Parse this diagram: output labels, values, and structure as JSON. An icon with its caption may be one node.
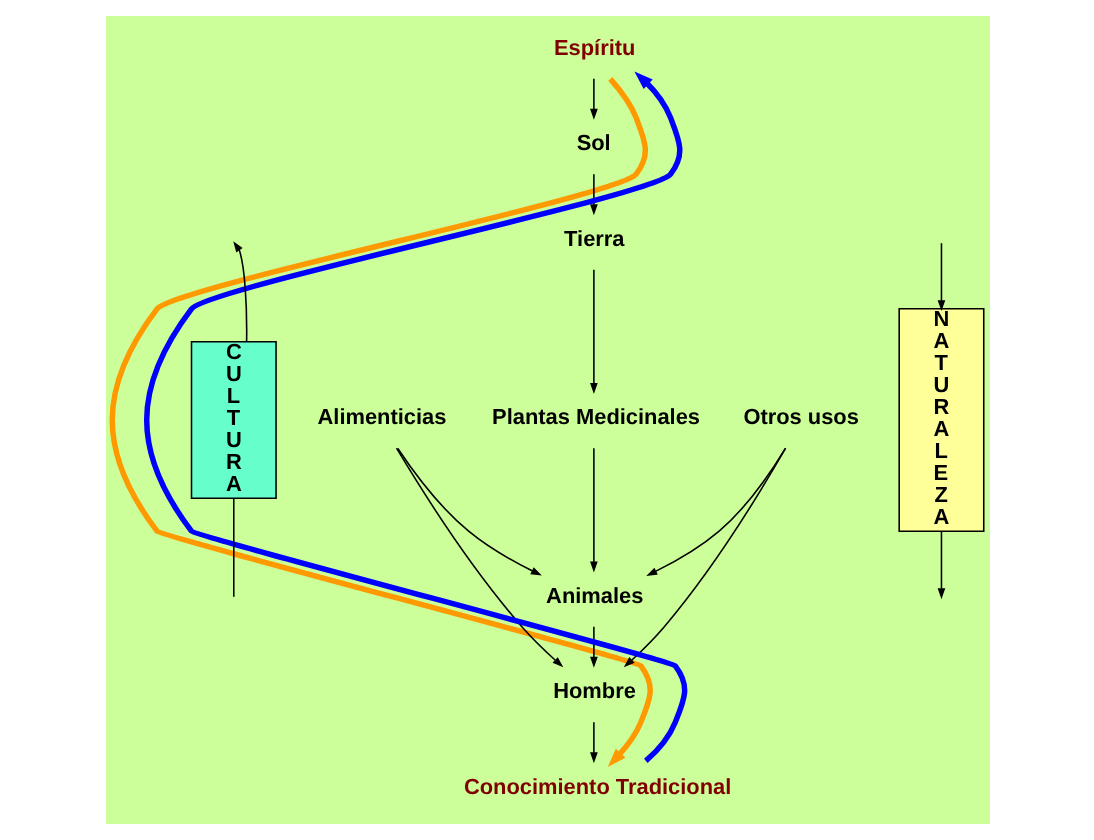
{
  "diagram": {
    "nodes": [
      {
        "text": [
          "Espíritu"
        ]
      },
      {
        "text": [
          "Sol"
        ]
      },
      {
        "text": [
          "Tierra"
        ]
      },
      {
        "text": [
          "Plantas Medicinales"
        ]
      },
      {
        "text": [
          "Alimenticias"
        ]
      },
      {
        "text": [
          "Otros usos"
        ]
      },
      {
        "text": [
          "Animales"
        ]
      },
      {
        "text": [
          "Hombre"
        ]
      },
      {
        "text": [
          "Conocimiento Tradicional"
        ]
      },
      {
        "text": [
          "C U L T U R A"
        ]
      },
      {
        "text": [
          "N A T U R A L E Z A"
        ]
      }
    ],
    "edges": [
      {
        "from": 0,
        "to": 1,
        "arrow": "to"
      },
      {
        "from": 1,
        "to": 2,
        "arrow": "to"
      },
      {
        "from": 2,
        "to": 3,
        "arrow": "to"
      },
      {
        "from": 3,
        "to": 6,
        "arrow": "to"
      },
      {
        "from": 4,
        "to": 6,
        "arrow": "to"
      },
      {
        "from": 4,
        "to": 7,
        "arrow": "to"
      },
      {
        "from": 5,
        "to": 6,
        "arrow": "to"
      },
      {
        "from": 5,
        "to": 7,
        "arrow": "to"
      },
      {
        "from": 6,
        "to": 7,
        "arrow": "to"
      },
      {
        "from": 7,
        "to": 8,
        "arrow": "to"
      },
      {
        "from": 8,
        "to": 0,
        "arrow": "to",
        "color": "#0000ff",
        "style": "thick"
      },
      {
        "from": 0,
        "to": 8,
        "arrow": "to",
        "color": "#ff9900",
        "style": "thick"
      },
      {
        "from": 9,
        "to": null,
        "arrow": "none"
      },
      {
        "from": 9,
        "to": null,
        "arrow": "to"
      },
      {
        "from": null,
        "to": 10,
        "arrow": "to"
      },
      {
        "from": 10,
        "to": null,
        "arrow": "to"
      }
    ]
  }
}
